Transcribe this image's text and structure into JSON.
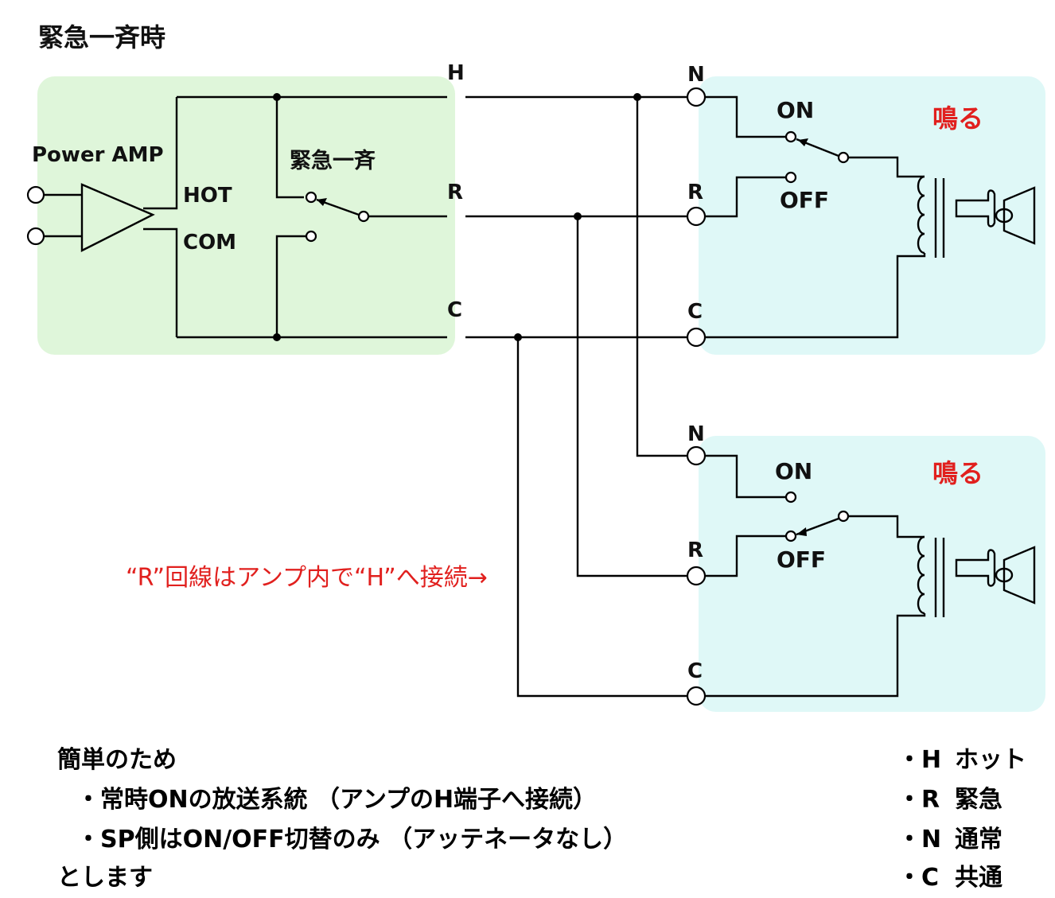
{
  "title": "緊急一斉時",
  "amp_section": {
    "amp_label": "Power AMP",
    "hot_label": "HOT",
    "com_label": "COM",
    "switch_label": "緊急一斉",
    "terminal_h": "H",
    "terminal_r": "R",
    "terminal_c": "C"
  },
  "speaker_1": {
    "terminal_n": "N",
    "terminal_r": "R",
    "terminal_c": "C",
    "on_label": "ON",
    "off_label": "OFF",
    "status": "鳴る"
  },
  "speaker_2": {
    "terminal_n": "N",
    "terminal_r": "R",
    "terminal_c": "C",
    "on_label": "ON",
    "off_label": "OFF",
    "status": "鳴る"
  },
  "annotation": "“R”回線はアンプ内で“H”へ接続→",
  "notes": {
    "line1": "簡単のため",
    "line2": "・常時ONの放送系統 （アンプのH端子へ接続）",
    "line3": "・SP側はON/OFF切替のみ （アッテネータなし）",
    "line4": "とします"
  },
  "legend": [
    {
      "key": "・H",
      "value": "ホット"
    },
    {
      "key": "・R",
      "value": "緊急"
    },
    {
      "key": "・N",
      "value": "通常"
    },
    {
      "key": "・C",
      "value": "共通"
    }
  ],
  "colors": {
    "amp_zone": "#dff6da",
    "speaker_zone": "#dff8f7",
    "accent_red": "#e1201e"
  }
}
